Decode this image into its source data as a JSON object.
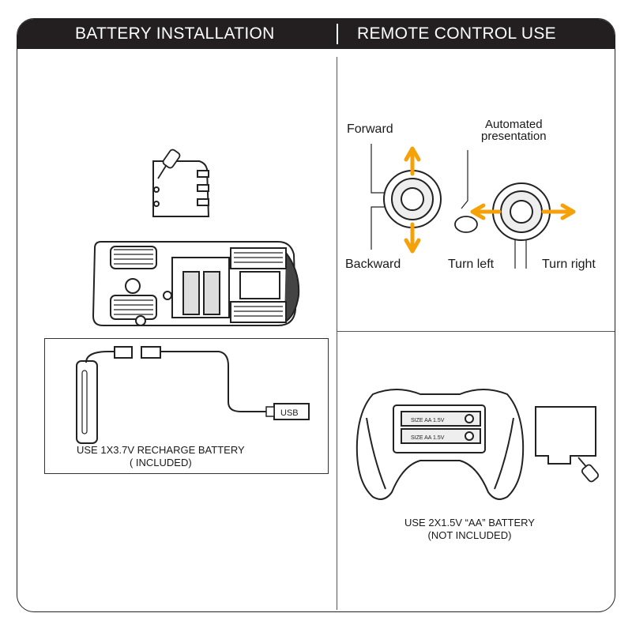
{
  "header": {
    "left_title": "BATTERY INSTALLATION",
    "right_title": "REMOTE CONTROL USE"
  },
  "battery_section": {
    "caption_line1": "USE 1X3.7V RECHARGE BATTERY",
    "caption_line2": "( INCLUDED)",
    "usb_label": "USB"
  },
  "remote_use": {
    "forward_label": "Forward",
    "backward_label": "Backward",
    "automated_label_line1": "Automated",
    "automated_label_line2": "presentation",
    "turn_left_label": "Turn left",
    "turn_right_label": "Turn right",
    "arrow_color": "#f5a10a"
  },
  "remote_battery": {
    "caption_line1": "USE 2X1.5V “AA” BATTERY",
    "caption_line2": "(NOT INCLUDED)",
    "cell_label": "SIZE AA 1.5V"
  }
}
